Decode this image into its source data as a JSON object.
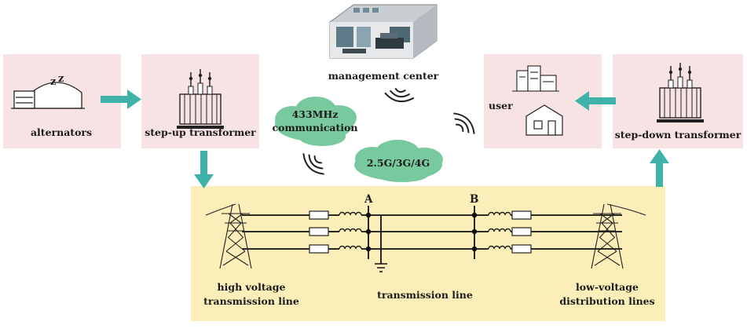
{
  "colors": {
    "box_fill": "#f8e3e4",
    "panel_fill": "#fbeeb9",
    "arrow": "#3fb3a9",
    "cloud": "#79c99e",
    "line": "#111111"
  },
  "nodes": {
    "alternators": {
      "label": "alternators"
    },
    "step_up": {
      "label": "step-up transformer"
    },
    "management": {
      "label": "management center"
    },
    "user": {
      "label": "user"
    },
    "step_down": {
      "label": "step-down transformer"
    }
  },
  "clouds": {
    "c433": {
      "line1": "433MHz",
      "line2": "communication"
    },
    "cell": {
      "label": "2.5G/3G/4G"
    }
  },
  "panel": {
    "point_a": "A",
    "point_b": "B",
    "hv_line1": "high voltage",
    "hv_line2": "transmission line",
    "tl_label": "transmission line",
    "lv_line1": "low-voltage",
    "lv_line2": "distribution lines"
  },
  "icons": [
    "generator-icon",
    "transformer-icon",
    "control-room-icon",
    "buildings-icon",
    "house-icon",
    "pylon-icon",
    "wireless-signal-icon",
    "ground-icon",
    "resistor-icon",
    "inductor-icon"
  ]
}
